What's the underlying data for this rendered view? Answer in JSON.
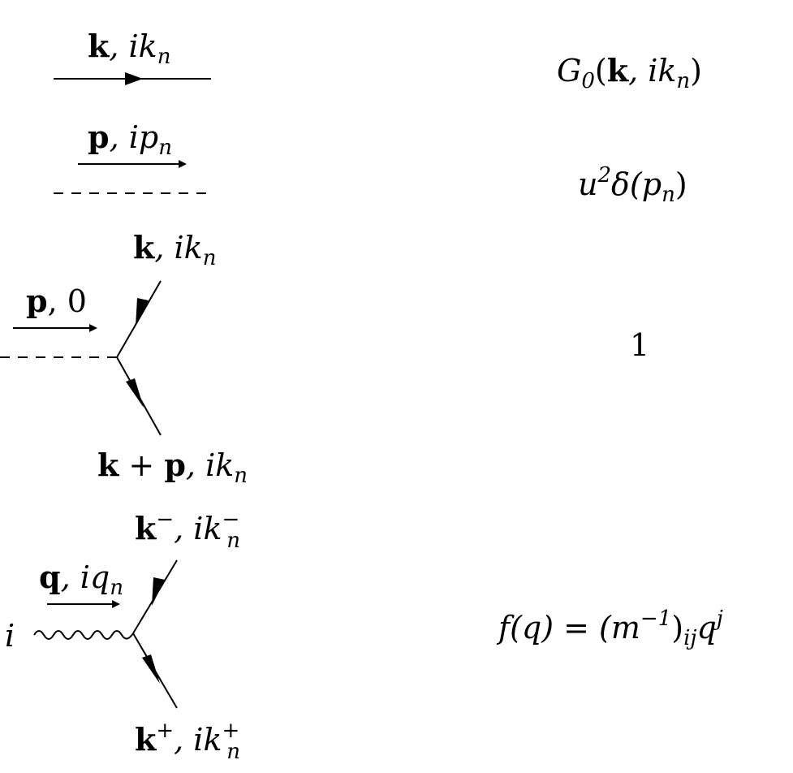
{
  "rules": [
    {
      "id": "propagator",
      "line_type": "solid-arrow",
      "label": {
        "bold": "k",
        "rest": ", ik",
        "sub": "n"
      },
      "value": {
        "main": "G",
        "sub": "0",
        "args": "(k, ik",
        "argsub": "n",
        "close": ")"
      }
    },
    {
      "id": "impurity",
      "line_type": "dashed",
      "label": {
        "bold": "p",
        "rest": ", ip",
        "sub": "n"
      },
      "value": {
        "pre": "u",
        "sup": "2",
        "mid": "δ(p",
        "sub": "n",
        "close": ")"
      }
    },
    {
      "id": "impurity-vertex",
      "line_type": "vertex-dashed",
      "label_in": {
        "bold": "p",
        "rest": ", 0"
      },
      "label_top": {
        "bold": "k",
        "rest": ", ik",
        "sub": "n"
      },
      "label_bottom": {
        "bold": "k",
        "plus": " + ",
        "bold2": "p",
        "rest": ", ik",
        "sub": "n"
      },
      "value": "1"
    },
    {
      "id": "current-vertex",
      "line_type": "vertex-wavy",
      "index": "i",
      "label_in": {
        "bold": "q",
        "rest": ", iq",
        "sub": "n"
      },
      "label_top": {
        "bold": "k",
        "sup": "−",
        "rest": ", ik",
        "subsup_sup": "−",
        "subsup_sub": "n"
      },
      "label_bottom": {
        "bold": "k",
        "sup": "+",
        "rest": ", ik",
        "subsup_sup": "+",
        "subsup_sub": "n"
      },
      "value": {
        "f": "f(q) = (m",
        "sup": "−1",
        "close": ")",
        "sub": "ij",
        "q": "q",
        "qsup": "j"
      }
    }
  ]
}
